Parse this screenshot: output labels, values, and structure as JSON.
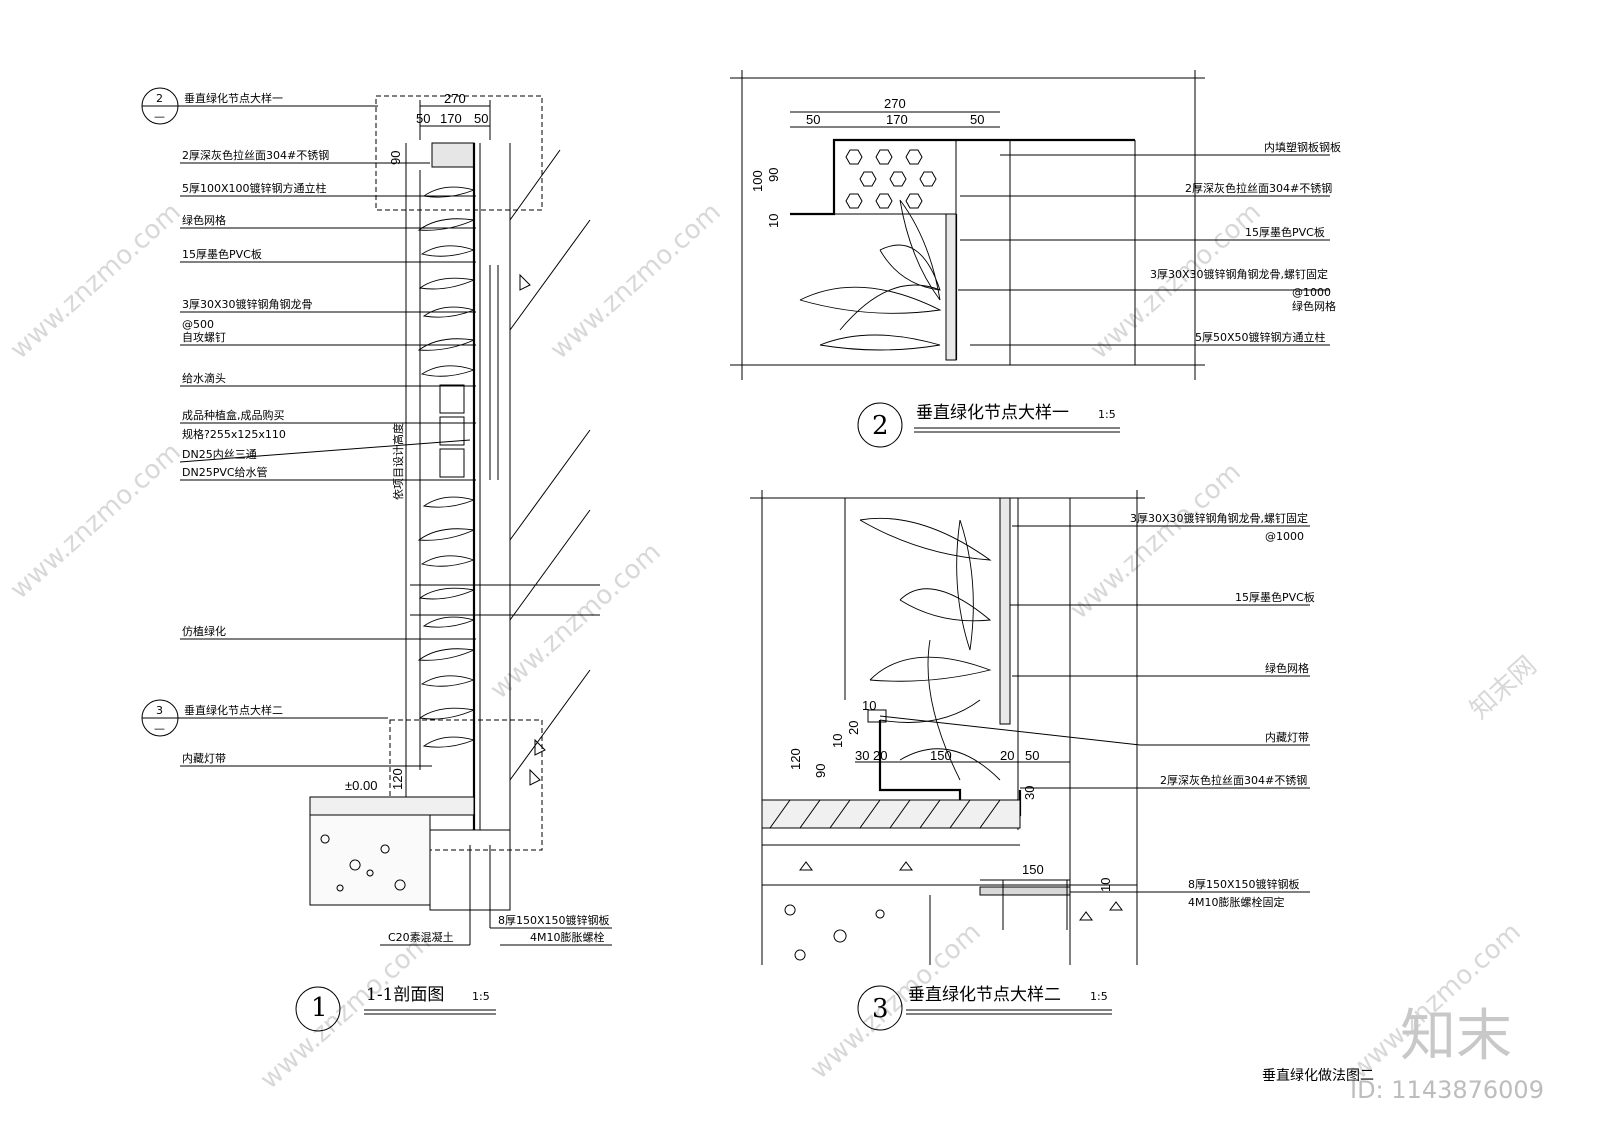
{
  "sheet_title": "垂直绿化做法图二",
  "watermark": {
    "site": "www.znzmo.com",
    "brand": "知末网",
    "logo": "知末",
    "id": "ID: 1143876009"
  },
  "detail1": {
    "number": "1",
    "title": "1-1剖面图",
    "scale": "1:5",
    "ref_top": {
      "num": "2",
      "den": "—",
      "text": "垂直绿化节点大样一"
    },
    "ref_bottom": {
      "num": "3",
      "den": "—",
      "text": "垂直绿化节点大样二"
    },
    "labels": [
      "2厚深灰色拉丝面304#不锈钢",
      "5厚100X100镀锌钢方通立柱",
      "绿色网格",
      "15厚墨色PVC板",
      "3厚30X30镀锌钢角钢龙骨",
      "@500",
      "自攻螺钉",
      "给水滴头",
      "成品种植盒,成品购买",
      "规格?255x125x110",
      "DN25内丝三通",
      "DN25PVC给水管",
      "仿植绿化",
      "内藏灯带"
    ],
    "vertical_label": "依项目设计高度",
    "bottom_labels": [
      "8厚150X150镀锌钢板",
      "C20素混凝土",
      "4M10膨胀螺栓"
    ],
    "dims": {
      "total": "270",
      "a": "50",
      "b": "170",
      "c": "50",
      "h1": "90",
      "h2": "120",
      "level": "±0.00"
    }
  },
  "detail2": {
    "number": "2",
    "title": "垂直绿化节点大样一",
    "scale": "1:5",
    "labels": [
      "内填塑钢板钢板",
      "2厚深灰色拉丝面304#不锈钢",
      "15厚墨色PVC板",
      "3厚30X30镀锌钢角钢龙骨,螺钉固定",
      "@1000",
      "绿色网格",
      "5厚50X50镀锌钢方通立柱"
    ],
    "dims": {
      "total": "270",
      "a": "50",
      "b": "170",
      "c": "50",
      "h_total": "100",
      "h1": "90",
      "h2": "10"
    }
  },
  "detail3": {
    "number": "3",
    "title": "垂直绿化节点大样二",
    "scale": "1:5",
    "labels": [
      "3厚30X30镀锌钢角钢龙骨,螺钉固定",
      "@1000",
      "15厚墨色PVC板",
      "绿色网格",
      "内藏灯带",
      "2厚深灰色拉丝面304#不锈钢",
      "8厚150X150镀锌钢板",
      "4M10膨胀螺栓固定"
    ],
    "dims": {
      "d10": "10",
      "d20": "20",
      "d10b": "10",
      "d120": "120",
      "d90": "90",
      "d30": "30",
      "d20b": "20",
      "d150": "150",
      "d20c": "20",
      "d50": "50",
      "d30b": "30",
      "d150b": "150",
      "d10c": "10"
    }
  }
}
